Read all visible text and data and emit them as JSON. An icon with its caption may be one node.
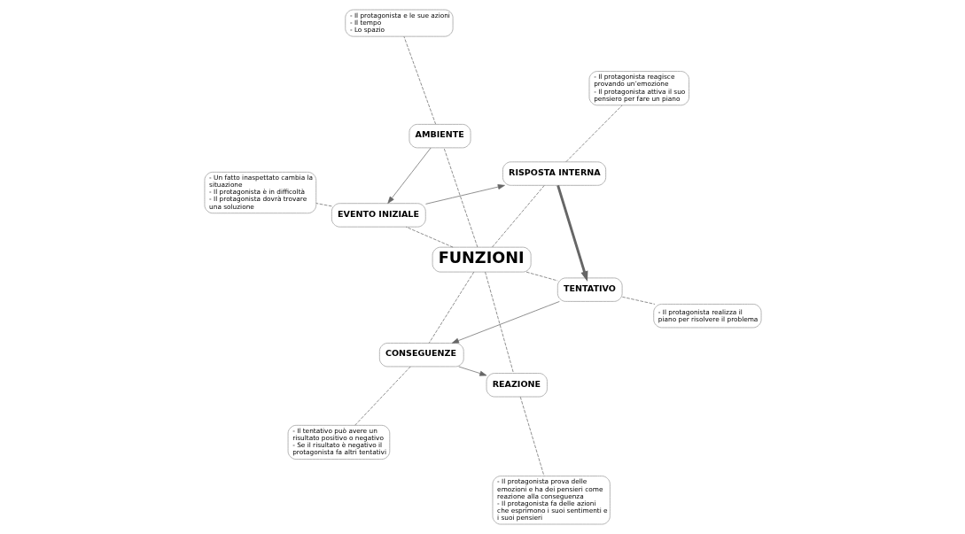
{
  "diagram": {
    "nodes": [
      {
        "text": [
          "FUNZIONI"
        ]
      },
      {
        "text": [
          "- Il protagonista prova delle emozioni e ha dei pensieri come reazione alla conseguenza - Il protagonista fa delle azioni che esprimono i suoi sentimenti e i suoi pensieri"
        ]
      },
      {
        "text": [
          "REAZIONE"
        ]
      },
      {
        "text": [
          "- Il protagonista e le sue azioni - Il tempo - Lo spazio"
        ]
      },
      {
        "text": [
          "AMBIENTE"
        ]
      },
      {
        "text": [
          "- Il tentativo può avere un risultato positivo o negativo - Se il risultato è negativo il protagonista fa altri tentativi"
        ]
      },
      {
        "text": [
          "CONSEGUENZE"
        ]
      },
      {
        "text": [
          "EVENTO INIZIALE"
        ]
      },
      {
        "text": [
          "- Un fatto inaspettato cambia la situazione - Il protagonista è in difficoltà - Il protagonista dovrà trovare una soluzione"
        ]
      },
      {
        "text": [
          "- Il protagonista realizza il piano per risolvere il problema"
        ]
      },
      {
        "text": [
          "TENTATIVO"
        ]
      },
      {
        "text": [
          "RISPOSTA INTERNA"
        ]
      },
      {
        "text": [
          "- Il protagonista reagisce provando un’emozione - Il protagonista attiva il suo pensiero per fare un piano"
        ]
      }
    ],
    "edges": [
      {
        "from": 0,
        "to": 2,
        "arrow": "none",
        "style": "dashed"
      },
      {
        "from": 0,
        "to": 4,
        "arrow": "none",
        "style": "dashed"
      },
      {
        "from": 0,
        "to": 6,
        "arrow": "none",
        "style": "dashed"
      },
      {
        "from": 0,
        "to": 7,
        "arrow": "none",
        "style": "dashed"
      },
      {
        "from": 0,
        "to": 10,
        "arrow": "none",
        "style": "dashed"
      },
      {
        "from": 0,
        "to": 11,
        "arrow": "none",
        "style": "dashed"
      },
      {
        "from": 2,
        "to": 1,
        "arrow": "none",
        "style": "dashed"
      },
      {
        "from": 4,
        "to": 3,
        "arrow": "none",
        "style": "dashed"
      },
      {
        "from": 6,
        "to": 5,
        "arrow": "none",
        "style": "dashed"
      },
      {
        "from": 7,
        "to": 8,
        "arrow": "none",
        "style": "dashed"
      },
      {
        "from": 10,
        "to": 9,
        "arrow": "none",
        "style": "dashed"
      },
      {
        "from": 11,
        "to": 12,
        "arrow": "none",
        "style": "dashed"
      },
      {
        "from": 4,
        "to": 7,
        "arrow": "to"
      },
      {
        "from": 7,
        "to": 11,
        "arrow": "to"
      },
      {
        "from": 11,
        "to": 10,
        "arrow": "to",
        "style": "thick"
      },
      {
        "from": 10,
        "to": 6,
        "arrow": "to"
      },
      {
        "from": 6,
        "to": 2,
        "arrow": "to"
      }
    ]
  }
}
